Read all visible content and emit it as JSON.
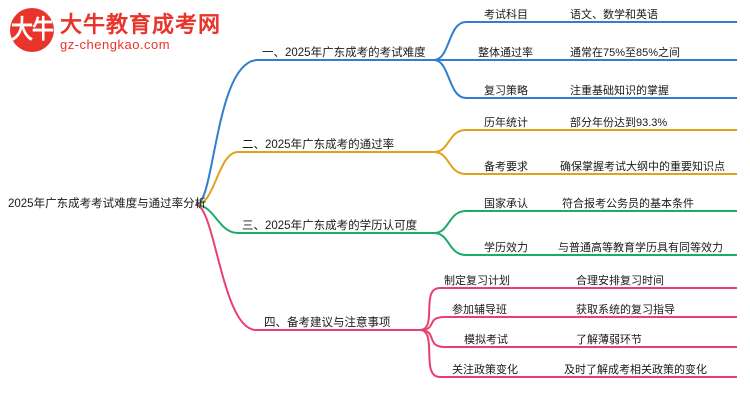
{
  "logo": {
    "mark_text": "大牛",
    "title": "大牛教育成考网",
    "subtitle": "gz-chengkao.com"
  },
  "mindmap": {
    "root": {
      "label": "2025年广东成考考试难度与通过率分析",
      "color": "#1a1a1a"
    },
    "branches": [
      {
        "label": "一、2025年广东成考的考试难度",
        "color": "#2f7fd1",
        "children": [
          {
            "label": "考试科目",
            "value": "语文、数学和英语"
          },
          {
            "label": "整体通过率",
            "value": "通常在75%至85%之间"
          },
          {
            "label": "复习策略",
            "value": "注重基础知识的掌握"
          }
        ]
      },
      {
        "label": "二、2025年广东成考的通过率",
        "color": "#e0a21b",
        "children": [
          {
            "label": "历年统计",
            "value": "部分年份达到93.3%"
          },
          {
            "label": "备考要求",
            "value": "确保掌握考试大纲中的重要知识点"
          }
        ]
      },
      {
        "label": "三、2025年广东成考的学历认可度",
        "color": "#1bab6b",
        "children": [
          {
            "label": "国家承认",
            "value": "符合报考公务员的基本条件"
          },
          {
            "label": "学历效力",
            "value": "与普通高等教育学历具有同等效力"
          }
        ]
      },
      {
        "label": "四、备考建议与注意事项",
        "color": "#e8416f",
        "children": [
          {
            "label": "制定复习计划",
            "value": "合理安排复习时间"
          },
          {
            "label": "参加辅导班",
            "value": "获取系统的复习指导"
          },
          {
            "label": "模拟考试",
            "value": "了解薄弱环节"
          },
          {
            "label": "关注政策变化",
            "value": "及时了解成考相关政策的变化"
          }
        ]
      }
    ]
  }
}
